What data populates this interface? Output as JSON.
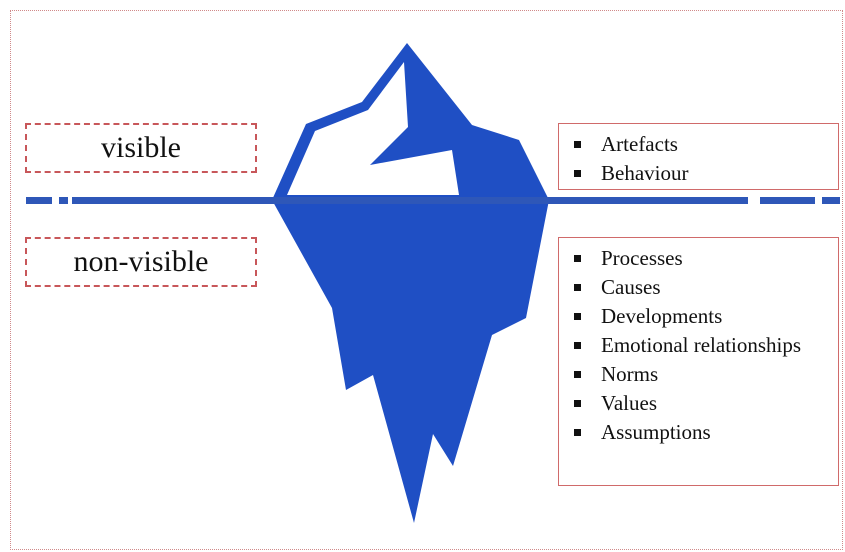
{
  "labels": {
    "visible": "visible",
    "non_visible": "non-visible"
  },
  "visible_items": [
    "Artefacts",
    "Behaviour"
  ],
  "hidden_items": [
    "Processes",
    "Causes",
    "Developments",
    "Emotional relationships",
    "Norms",
    "Values",
    "Assumptions"
  ],
  "colors": {
    "iceberg": "#1f4fc4",
    "waterline": "#2e57b8",
    "label_border": "#c8575a",
    "box_border": "#d06a6a",
    "frame_border": "#d08a8a"
  },
  "icons": {
    "bullet": "square-bullet-icon"
  }
}
